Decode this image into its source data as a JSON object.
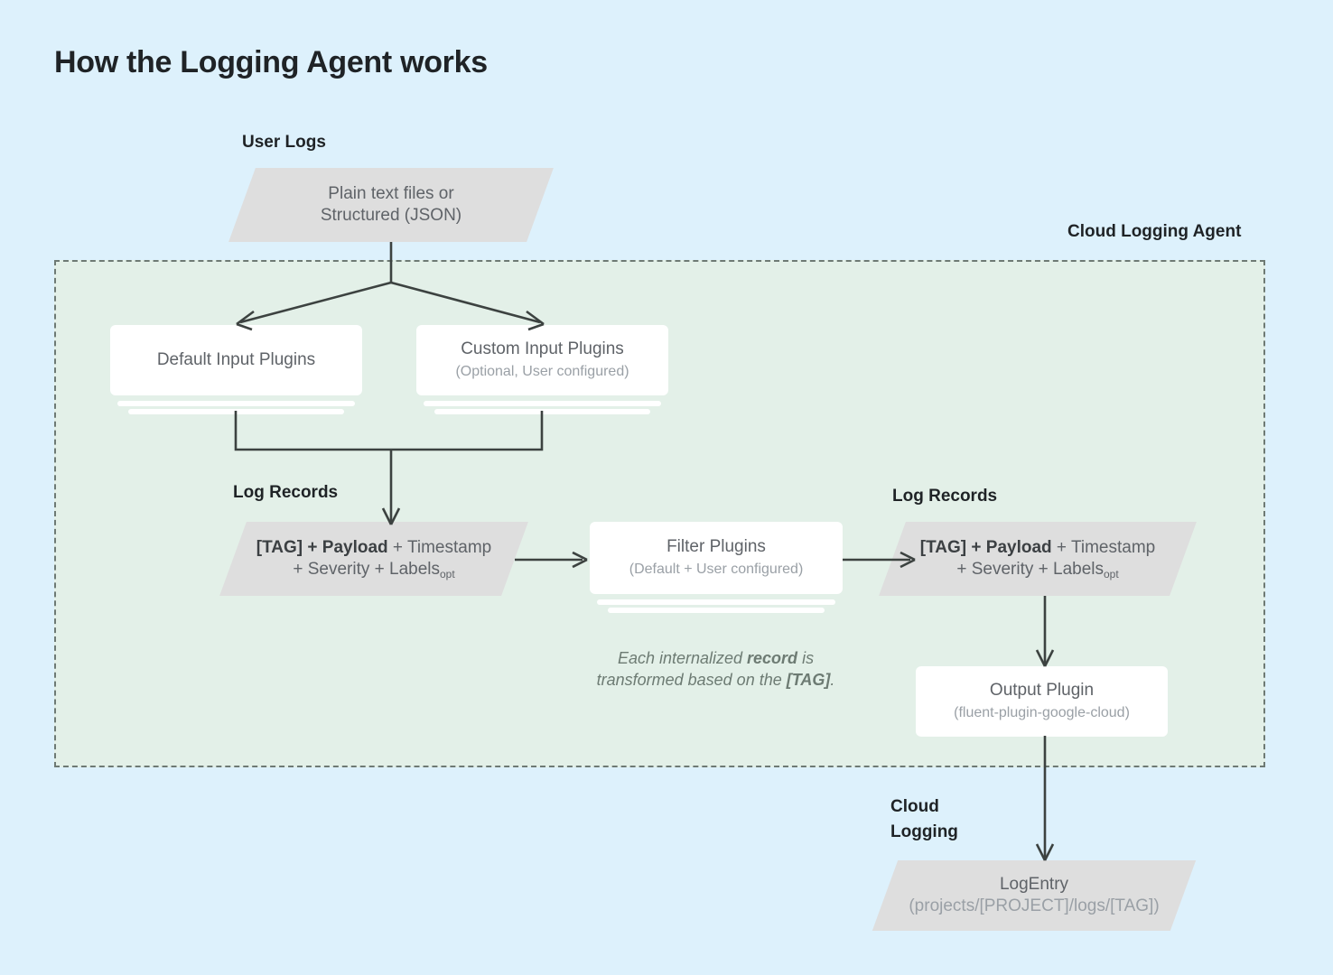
{
  "page": {
    "title": "How the Logging Agent works",
    "background_color": "#ddf1fc"
  },
  "regions": {
    "agent": {
      "label": "Cloud Logging Agent",
      "fill_color": "#e3f0e8",
      "border_color": "#6e7a74",
      "border_style": "dashed"
    }
  },
  "labels": {
    "user_logs": "User Logs",
    "log_records_left": "Log Records",
    "log_records_right": "Log Records",
    "cloud_logging": "Cloud\nLogging"
  },
  "nodes": {
    "user_logs_source": {
      "shape": "parallelogram",
      "line1": "Plain text files or",
      "line2": "Structured (JSON)",
      "fill_color": "#dedede"
    },
    "default_input_plugins": {
      "shape": "card-stack",
      "title": "Default Input Plugins",
      "subtitle": "",
      "fill_color": "#ffffff"
    },
    "custom_input_plugins": {
      "shape": "card-stack",
      "title": "Custom Input Plugins",
      "subtitle": "(Optional, User configured)",
      "fill_color": "#ffffff"
    },
    "log_record_left": {
      "shape": "parallelogram",
      "line1_bold": "[TAG] + Payload",
      "line1_rest": " + Timestamp",
      "line2": "+ Severity + Labels",
      "line2_subscript": "opt",
      "fill_color": "#dedede"
    },
    "filter_plugins": {
      "shape": "card-stack",
      "title": "Filter Plugins",
      "subtitle": "(Default + User configured)",
      "fill_color": "#ffffff"
    },
    "log_record_right": {
      "shape": "parallelogram",
      "line1_bold": "[TAG] + Payload",
      "line1_rest": " + Timestamp",
      "line2": "+ Severity + Labels",
      "line2_subscript": "opt",
      "fill_color": "#dedede"
    },
    "output_plugin": {
      "shape": "card",
      "title": "Output Plugin",
      "subtitle": "(fluent-plugin-google-cloud)",
      "fill_color": "#ffffff"
    },
    "log_entry": {
      "shape": "parallelogram",
      "title": "LogEntry",
      "subtitle": "(projects/[PROJECT]/logs/[TAG])",
      "fill_color": "#dedede"
    }
  },
  "annotations": {
    "transform_note_part1": "Each internalized ",
    "transform_note_bold1": "record",
    "transform_note_part2": " is\ntransformed based on the ",
    "transform_note_bold2": "[TAG]",
    "transform_note_part3": "."
  },
  "connector_color": "#3c4240"
}
